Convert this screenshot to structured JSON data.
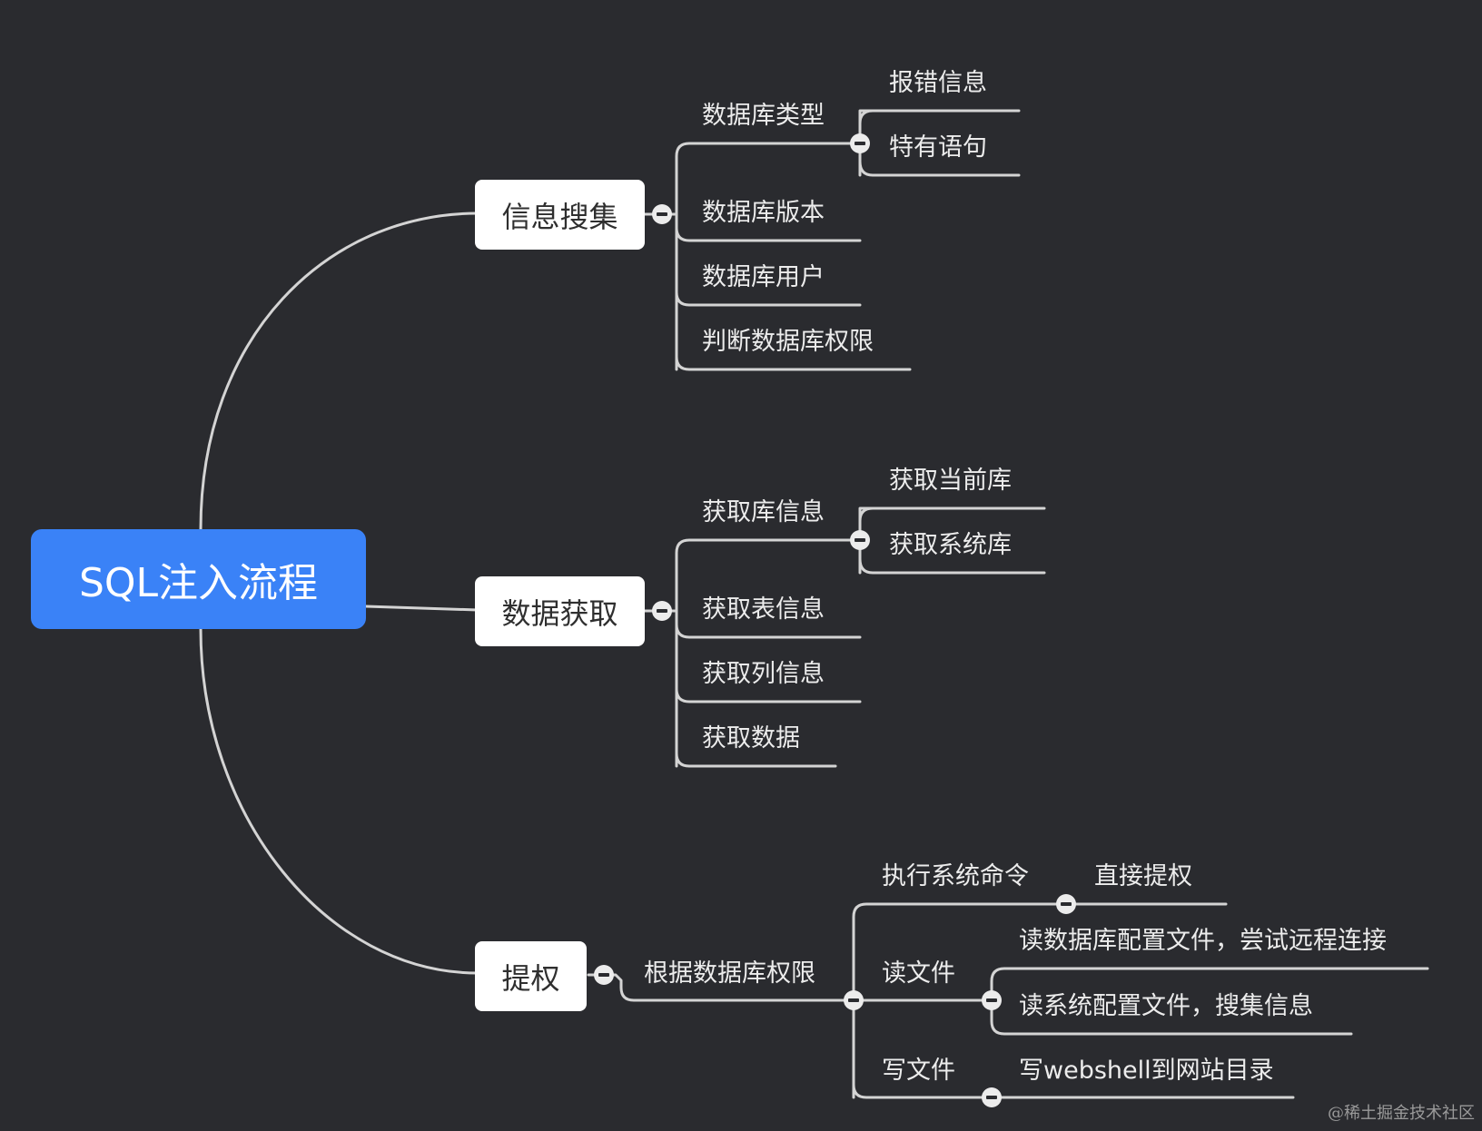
{
  "root": {
    "label": "SQL注入流程",
    "color": "#3a82f7"
  },
  "branches": [
    {
      "label": "信息搜集",
      "children": [
        {
          "label": "数据库类型",
          "children": [
            "报错信息",
            "特有语句"
          ]
        },
        {
          "label": "数据库版本"
        },
        {
          "label": "数据库用户"
        },
        {
          "label": "判断数据库权限"
        }
      ]
    },
    {
      "label": "数据获取",
      "children": [
        {
          "label": "获取库信息",
          "children": [
            "获取当前库",
            "获取系统库"
          ]
        },
        {
          "label": "获取表信息"
        },
        {
          "label": "获取列信息"
        },
        {
          "label": "获取数据"
        }
      ]
    },
    {
      "label": "提权",
      "children": [
        {
          "label": "根据数据库权限",
          "children": [
            {
              "label": "执行系统命令",
              "children": [
                "直接提权"
              ]
            },
            {
              "label": "读文件",
              "children": [
                "读数据库配置文件，尝试远程连接",
                "读系统配置文件，搜集信息"
              ]
            },
            {
              "label": "写文件",
              "children": [
                "写webshell到网站目录"
              ]
            }
          ]
        }
      ]
    }
  ],
  "watermark": "@稀土掘金技术社区",
  "colors": {
    "background": "#2a2b2f",
    "line": "#d4d4d4",
    "node_bg": "#ffffff",
    "text": "#ececec"
  },
  "icons": {
    "collapse": "minus-circle-icon"
  }
}
